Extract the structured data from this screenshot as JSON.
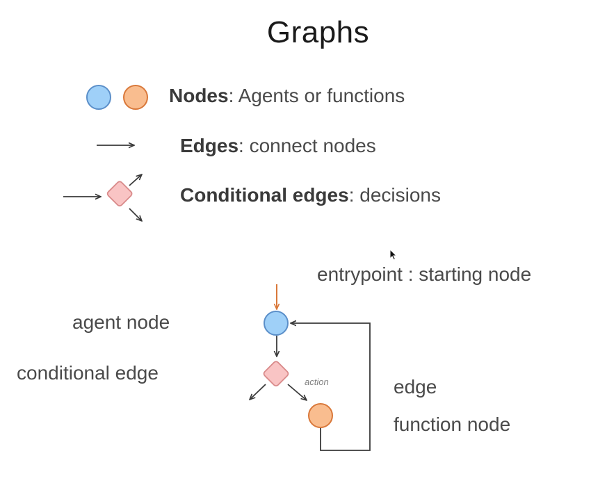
{
  "title": "Graphs",
  "legend": {
    "nodes": {
      "term": "Nodes",
      "desc": ": Agents or functions"
    },
    "edges": {
      "term": "Edges",
      "desc": ": connect nodes"
    },
    "conditional": {
      "term": "Conditional edges",
      "desc": ": decisions"
    }
  },
  "diagram": {
    "entrypoint_label": "entrypoint : starting node",
    "agent_node_label": "agent node",
    "conditional_edge_label": "conditional edge",
    "action_label": "action",
    "edge_label": "edge",
    "function_node_label": "function node"
  },
  "colors": {
    "agent_node_fill": "#9fd0f8",
    "agent_node_stroke": "#5b8fc9",
    "function_node_fill": "#f9bd8f",
    "function_node_stroke": "#d9783a",
    "conditional_fill": "#f9c4c4",
    "conditional_stroke": "#d98a8a",
    "entry_arrow": "#d9783a",
    "edge": "#3a3a3a"
  }
}
